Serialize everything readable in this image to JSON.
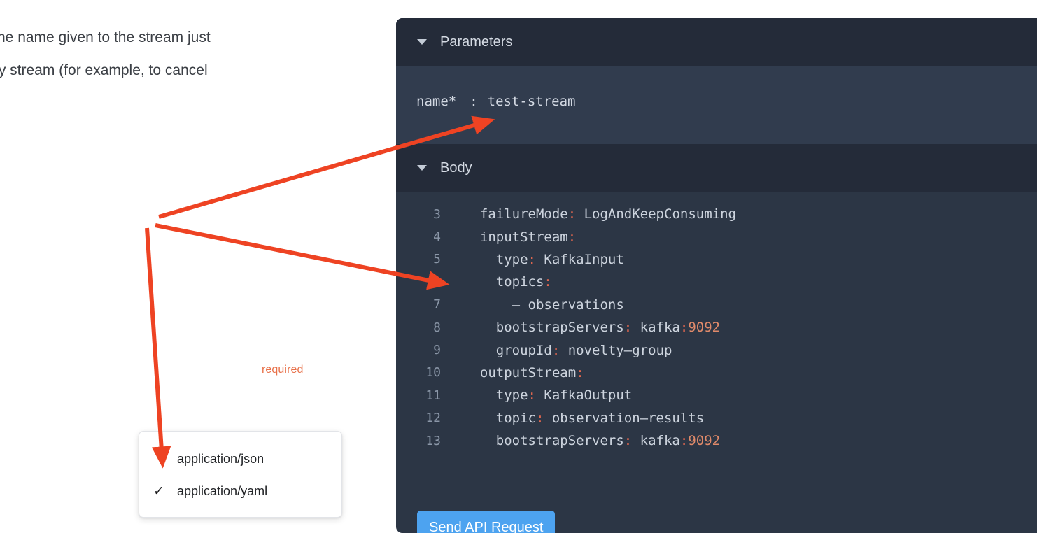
{
  "prose": {
    "lines": [
      "he name given to the stream just",
      "ty stream (for example, to cancel"
    ]
  },
  "annotations": {
    "required_label": "required",
    "arrow_color": "#ee4323"
  },
  "dropdown": {
    "items": [
      {
        "label": "application/json",
        "check": "",
        "selected": false
      },
      {
        "label": "application/yaml",
        "check": "✓",
        "selected": true
      }
    ]
  },
  "panel": {
    "background": "#2c3645",
    "header_background": "#242b39",
    "parameters": {
      "title": "Parameters",
      "caret": "caret-down-icon",
      "rows": [
        {
          "name": "name*",
          "colon": ":",
          "value": "test-stream"
        }
      ]
    },
    "body": {
      "title": "Body",
      "caret": "caret-down-icon",
      "code_lines": [
        {
          "number": "3",
          "tokens": [
            {
              "t": "  failureMode",
              "c": "plain"
            },
            {
              "t": ":",
              "c": "punc"
            },
            {
              "t": " LogAndKeepConsuming",
              "c": "plain"
            }
          ]
        },
        {
          "number": "4",
          "tokens": [
            {
              "t": "  inputStream",
              "c": "plain"
            },
            {
              "t": ":",
              "c": "punc"
            }
          ]
        },
        {
          "number": "5",
          "tokens": [
            {
              "t": "    type",
              "c": "plain"
            },
            {
              "t": ":",
              "c": "punc"
            },
            {
              "t": " KafkaInput",
              "c": "plain"
            }
          ]
        },
        {
          "number": "6",
          "tokens": [
            {
              "t": "    topics",
              "c": "plain"
            },
            {
              "t": ":",
              "c": "punc"
            }
          ]
        },
        {
          "number": "7",
          "tokens": [
            {
              "t": "      – observations",
              "c": "plain"
            }
          ]
        },
        {
          "number": "8",
          "tokens": [
            {
              "t": "    bootstrapServers",
              "c": "plain"
            },
            {
              "t": ":",
              "c": "punc"
            },
            {
              "t": " kafka",
              "c": "plain"
            },
            {
              "t": ":",
              "c": "punc"
            },
            {
              "t": "9092",
              "c": "num"
            }
          ]
        },
        {
          "number": "9",
          "tokens": [
            {
              "t": "    groupId",
              "c": "plain"
            },
            {
              "t": ":",
              "c": "punc"
            },
            {
              "t": " novelty–group",
              "c": "plain"
            }
          ]
        },
        {
          "number": "10",
          "tokens": [
            {
              "t": "  outputStream",
              "c": "plain"
            },
            {
              "t": ":",
              "c": "punc"
            }
          ]
        },
        {
          "number": "11",
          "tokens": [
            {
              "t": "    type",
              "c": "plain"
            },
            {
              "t": ":",
              "c": "punc"
            },
            {
              "t": " KafkaOutput",
              "c": "plain"
            }
          ]
        },
        {
          "number": "12",
          "tokens": [
            {
              "t": "    topic",
              "c": "plain"
            },
            {
              "t": ":",
              "c": "punc"
            },
            {
              "t": " observation–results",
              "c": "plain"
            }
          ]
        },
        {
          "number": "13",
          "tokens": [
            {
              "t": "    bootstrapServers",
              "c": "plain"
            },
            {
              "t": ":",
              "c": "punc"
            },
            {
              "t": " kafka",
              "c": "plain"
            },
            {
              "t": ":",
              "c": "punc"
            },
            {
              "t": "9092",
              "c": "num"
            }
          ]
        }
      ]
    },
    "send_button": {
      "label": "Send API Request",
      "color": "#4da3f0"
    }
  }
}
